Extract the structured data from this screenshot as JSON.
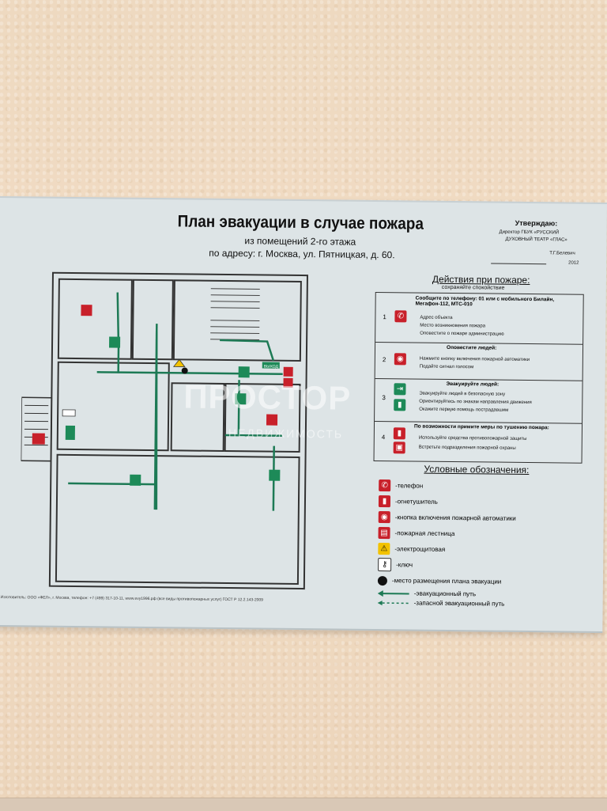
{
  "plan": {
    "title": "План эвакуации в случае пожара",
    "subtitle_1": "из помещений 2-го этажа",
    "subtitle_2": "по адресу: г. Москва, ул. Пятницкая, д. 60.",
    "approval": {
      "heading": "Утверждаю:",
      "line_1": "Директор ГБУК «РУССКИЙ",
      "line_2": "ДУХОВНЫЙ ТЕАТР «ГЛАС»",
      "name": "Т.Г.Белевич",
      "year": "2012"
    },
    "actions": {
      "heading": "Действия при пожаре:",
      "subheading": "сохраняйте спокойствие",
      "rows": [
        {
          "num": "1",
          "head": "Сообщите по телефону: 01 или с мобильного Билайн, Мегафон-112, МТС-010",
          "items": [
            "Адрес объекта",
            "Место возникновения пожара",
            "Оповестите о пожаре администрацию"
          ]
        },
        {
          "num": "2",
          "head": "Оповестите людей:",
          "items": [
            "Нажмите кнопку включения пожарной автоматики",
            "Подайте сигнал голосом"
          ]
        },
        {
          "num": "3",
          "head": "Эвакуируйте людей:",
          "items": [
            "Эвакуируйте людей в безопасную зону",
            "Ориентируйтесь по знакам направления движения",
            "Окажите первую помощь пострадавшим"
          ]
        },
        {
          "num": "4",
          "head": "По возможности примите меры по тушению пожара:",
          "items": [
            "Используйте средства противопожарной защиты",
            "Встретьте подразделения пожарной охраны"
          ]
        }
      ]
    },
    "legend": {
      "heading": "Условные обозначения:",
      "items": [
        {
          "icon": "phone-icon",
          "label": "-телефон"
        },
        {
          "icon": "extinguisher-icon",
          "label": "-огнетушитель"
        },
        {
          "icon": "alarm-button-icon",
          "label": "-кнопка включения пожарной автоматики"
        },
        {
          "icon": "fire-ladder-icon",
          "label": "-пожарная лестница"
        },
        {
          "icon": "electrical-panel-icon",
          "label": "-электрощитовая"
        },
        {
          "icon": "key-icon",
          "label": "-ключ"
        },
        {
          "icon": "you-are-here-icon",
          "label": "-место размещения плана эвакуации"
        },
        {
          "icon": "evacuation-arrow-icon",
          "label": "-эвакуационный путь"
        },
        {
          "icon": "reserve-path-icon",
          "label": "-запасной эвакуационный путь"
        }
      ]
    },
    "map": {
      "exit_sign": "ВЫХОД"
    },
    "footer": "Изготовитель: ООО «ФЕЛ», г. Москва, телефон: +7 (499) 317-10-11, www.evy1996.рф (все виды противопожарных услуг) ГОСТ Р 12.2.143-2009"
  },
  "watermark": {
    "brand": "ПРОСТОР",
    "tagline": "НЕДВИЖИМОСТЬ"
  },
  "colors": {
    "route": "#1d7a55",
    "sign_red": "#c8202a",
    "sign_green": "#1d8a58",
    "board": "#dde4e6"
  }
}
